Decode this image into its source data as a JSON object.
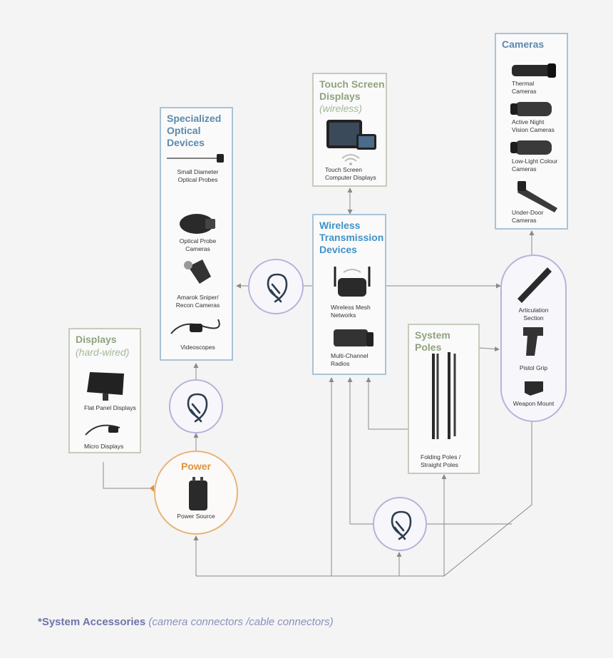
{
  "panels": {
    "cameras": {
      "title": "Cameras",
      "items": [
        "Thermal\nCameras",
        "Active Night\nVision Cameras",
        "Low-Light Colour\nCameras",
        "Under-Door\nCameras"
      ]
    },
    "touch": {
      "title": "Touch Screen\nDisplays",
      "subtitle": "(wireless)",
      "items": [
        "Touch Screen\nComputer Displays"
      ]
    },
    "optical": {
      "title": "Specialized\nOptical\nDevices",
      "items": [
        "Small Diameter\nOptical Probes",
        "Optical Probe\nCameras",
        "Amarok Sniper/\nRecon Cameras",
        "Videoscopes"
      ]
    },
    "wireless": {
      "title": "Wireless\nTransmission\nDevices",
      "items": [
        "Wireless Mesh\nNetworks",
        "Multi-Channel\nRadios"
      ]
    },
    "displays": {
      "title": "Displays",
      "subtitle": "(hard-wired)",
      "items": [
        "Flat Panel Displays",
        "Micro Displays"
      ]
    },
    "poles": {
      "title": "System Poles",
      "items": [
        "Folding Poles /\nStraight Poles"
      ]
    },
    "power": {
      "title": "Power",
      "items": [
        "Power Source"
      ]
    },
    "accessories": {
      "items": [
        "Articulation\nSection",
        "Pistol Grip",
        "Weapon Mount"
      ]
    }
  },
  "footer": {
    "bold": "*System Accessories",
    "italic": "(camera connectors /cable connectors)"
  },
  "colors": {
    "line": "#8a8a8a",
    "blue_border": "#a9c3d6",
    "green_border": "#c4ccbc",
    "connector_circle": "#b7b2dc",
    "power": "#e0923c",
    "connector_icon": "#2d3e4f"
  }
}
